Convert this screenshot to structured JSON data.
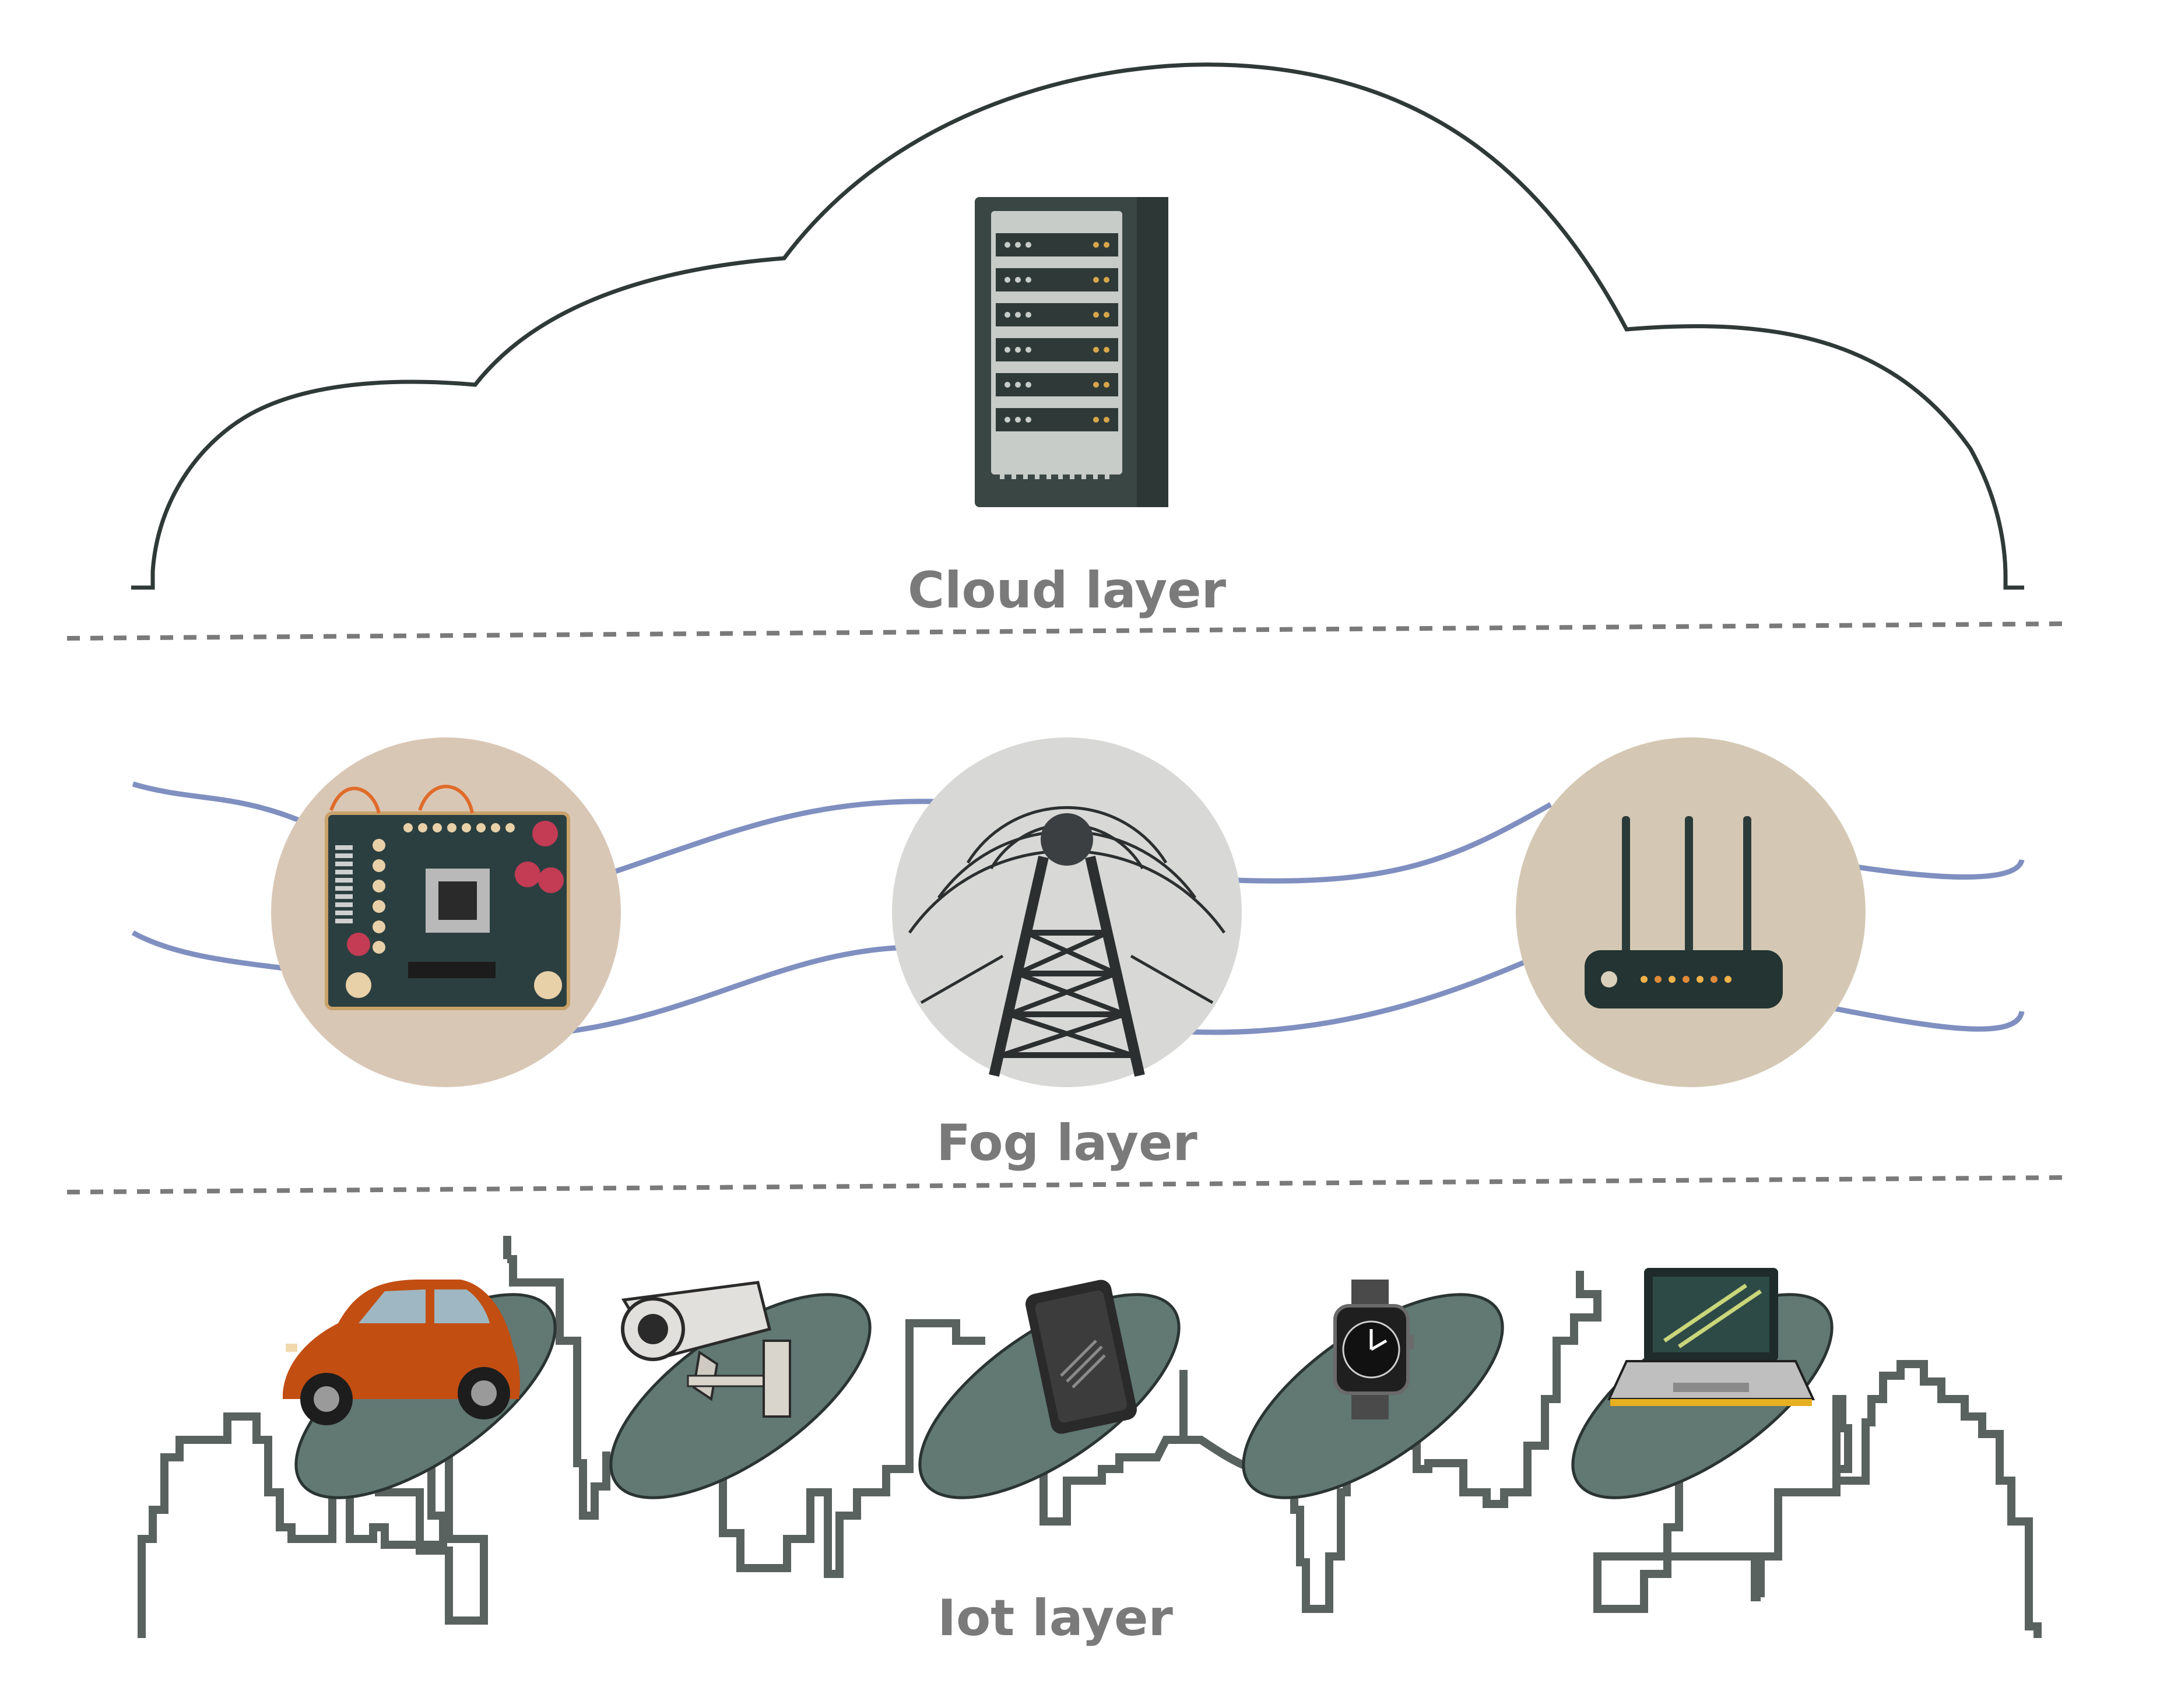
{
  "layers": {
    "cloud": {
      "label": "Cloud layer"
    },
    "fog": {
      "label": "Fog layer"
    },
    "iot": {
      "label": "Iot layer"
    }
  },
  "icons": {
    "cloud": [
      "server-rack-icon"
    ],
    "fog": [
      "circuit-board-icon",
      "radio-tower-icon",
      "wifi-router-icon"
    ],
    "iot": [
      "car-icon",
      "security-camera-icon",
      "smartphone-icon",
      "smartwatch-icon",
      "laptop-icon"
    ]
  },
  "colors": {
    "outline": "#2f3a38",
    "divider": "#7a7a7a",
    "label": "#7a7a7a",
    "wave": "#7f8fc0",
    "fog_circle_warm": "#d9c7b6",
    "fog_circle_gray": "#d8d8d6",
    "iot_ellipse": "#617873",
    "skyline": "#5a625f",
    "car": "#c24e12",
    "server": "#3a4644"
  }
}
